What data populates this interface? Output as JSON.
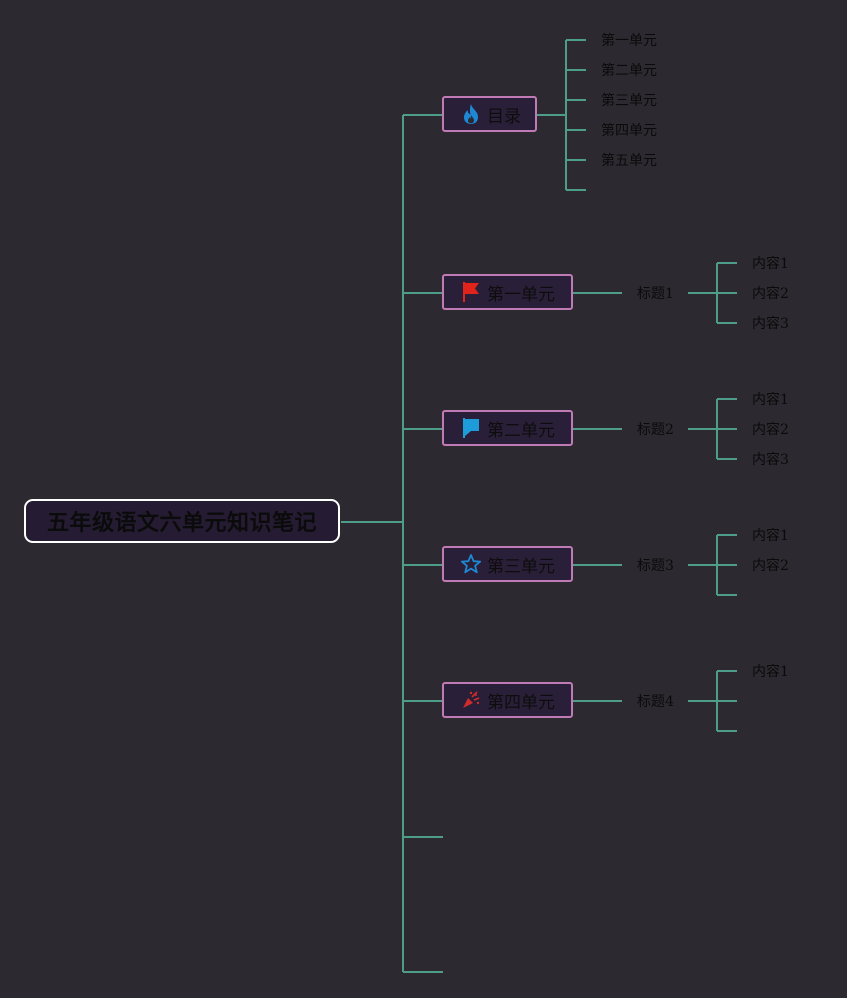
{
  "root": {
    "title": "五年级语文六单元知识笔记"
  },
  "topics": [
    {
      "label": "目录",
      "icon": "fire-icon",
      "icon_color": "#1e88d6"
    },
    {
      "label": "第一单元",
      "icon": "red-flag-icon",
      "icon_color": "#e0231b"
    },
    {
      "label": "第二单元",
      "icon": "blue-flag-icon",
      "icon_color": "#1e9bd9"
    },
    {
      "label": "第三单元",
      "icon": "star-outline-icon",
      "icon_color": "#1e88d6"
    },
    {
      "label": "第四单元",
      "icon": "party-popper-icon",
      "icon_color": "#d12b2b"
    }
  ],
  "toc_items": [
    "第一单元",
    "第二单元",
    "第三单元",
    "第四单元",
    "第五单元"
  ],
  "units": [
    {
      "heading": "标题1",
      "contents": [
        "内容1",
        "内容2",
        "内容3"
      ]
    },
    {
      "heading": "标题2",
      "contents": [
        "内容1",
        "内容2",
        "内容3"
      ]
    },
    {
      "heading": "标题3",
      "contents": [
        "内容1",
        "内容2"
      ]
    },
    {
      "heading": "标题4",
      "contents": [
        "内容1"
      ]
    }
  ],
  "colors": {
    "background": "#2d2930",
    "connector": "#4d9d8a",
    "topic_border": "#c07ab5",
    "root_border": "#ffffff"
  }
}
